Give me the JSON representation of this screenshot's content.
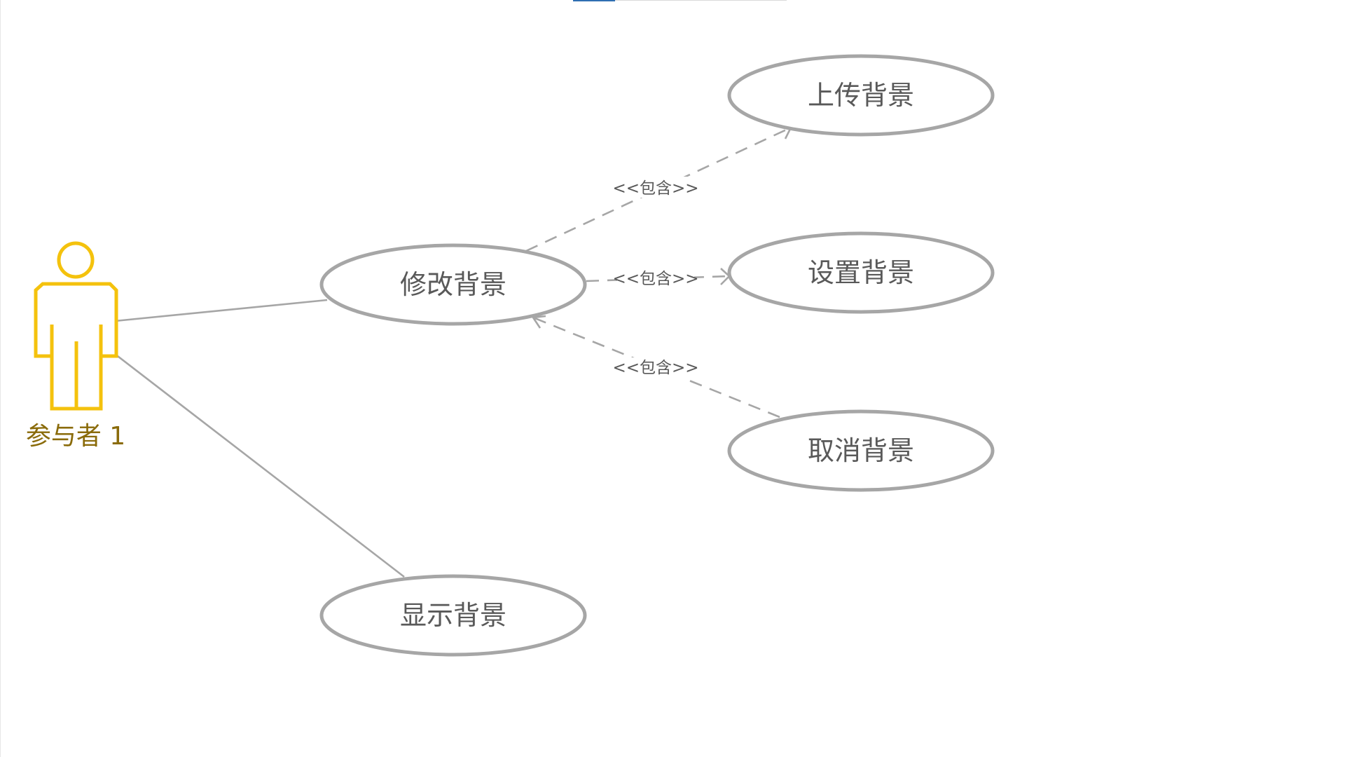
{
  "actor": {
    "label": "参与者 1",
    "color": "#f4c20d",
    "label_color": "#8a6b0a"
  },
  "use_cases": {
    "modify": "修改背景",
    "upload": "上传背景",
    "set": "设置背景",
    "cancel": "取消背景",
    "display": "显示背景"
  },
  "relations": {
    "include_label": "<<包含>>"
  },
  "colors": {
    "shape_stroke": "#a6a6a6",
    "text": "#595959",
    "top_tab_accent": "#2f6fb2"
  }
}
